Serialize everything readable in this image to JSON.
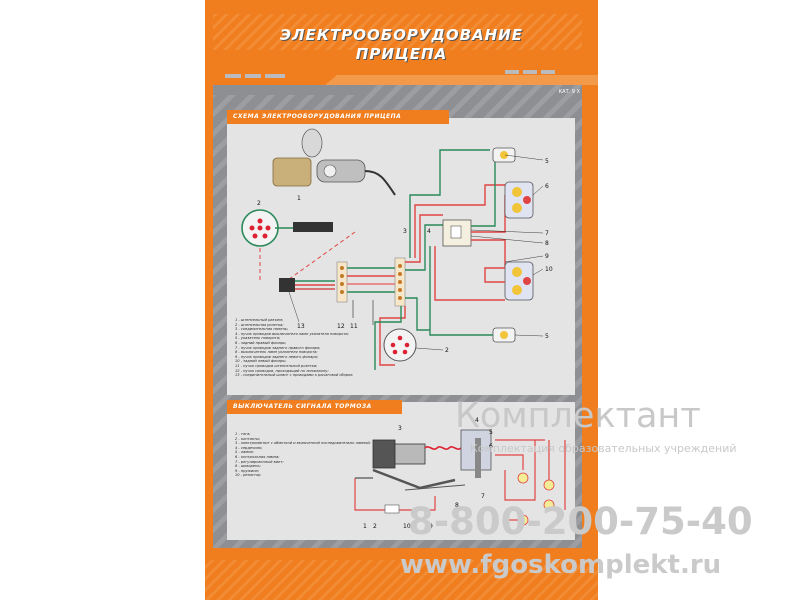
{
  "poster": {
    "title_line1": "ЭЛЕКТРООБОРУДОВАНИЕ",
    "title_line2": "ПРИЦЕПА",
    "catalog_code": "КАТ. 9 Х",
    "colors": {
      "orange": "#f07d1e",
      "frame": "#8d8f93",
      "panel": "#e4e4e4",
      "wire_green": "#2a8a5a",
      "wire_red": "#e04545"
    }
  },
  "section1": {
    "title": "СХЕМА ЭЛЕКТРООБОРУДОВАНИЯ ПРИЦЕПА",
    "callouts": [
      "1",
      "2",
      "3",
      "4",
      "5",
      "6",
      "7",
      "8",
      "9",
      "10",
      "5",
      "2",
      "11",
      "12",
      "13"
    ],
    "legend": [
      "1 - штепсельный разъем;",
      "2 - штепсельная розетка;",
      "3 - соединительная панель;",
      "4 - пучок проводов выключателя ламп указателя поворота;",
      "5 - указатель поворота;",
      "6 - задний правый фонарь;",
      "7 - пучок проводов заднего правого фонаря;",
      "8 - выключатель ламп указателя поворота;",
      "9 - пучок проводов заднего левого фонаря;",
      "10 - задний левый фонарь;",
      "11 - пучок проводов штепсельной розетки;",
      "12 - пучок проводов, проходящий по лонжерону;",
      "13 - соединительный шланг с проводами к рычаговой сборке."
    ]
  },
  "section2": {
    "title": "ВЫКЛЮЧАТЕЛЬ СИГНАЛА ТОРМОЗА",
    "callouts": [
      "3",
      "4",
      "5",
      "6",
      "7",
      "8",
      "1",
      "2",
      "10",
      "9"
    ],
    "legend": [
      "1 - тяга;",
      "2 - контакты;",
      "3 - электромагнит с обмоткой и включенной последовательно лампой;",
      "4 - сердечник;",
      "5 - лампа;",
      "6 - контрольная лампа;",
      "7 - регулировочный винт;",
      "8 - шкворень;",
      "9 - пружина;",
      "10 - резистор."
    ]
  },
  "watermark": {
    "brand": "Комплектант",
    "tagline": "Комплектация образовательных учреждений",
    "phone": "8-800-200-75-40",
    "site": "www.fgoskomplekt.ru"
  }
}
